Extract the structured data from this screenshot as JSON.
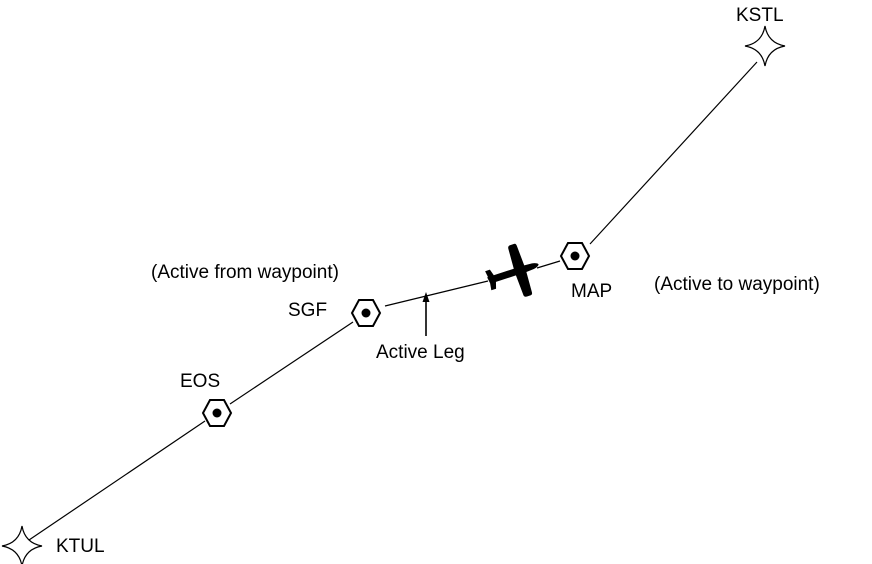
{
  "waypoints": {
    "ktul": "KTUL",
    "eos": "EOS",
    "sgf": "SGF",
    "map": "MAP",
    "kstl": "KSTL"
  },
  "annotations": {
    "active_from": "(Active from waypoint)",
    "active_to": "(Active to waypoint)",
    "active_leg": "Active Leg"
  },
  "icons": {
    "airport": "airport-star-icon",
    "vor": "vor-hexagon-icon",
    "aircraft": "aircraft-icon"
  },
  "colors": {
    "ink": "#000000",
    "background": "#ffffff"
  }
}
